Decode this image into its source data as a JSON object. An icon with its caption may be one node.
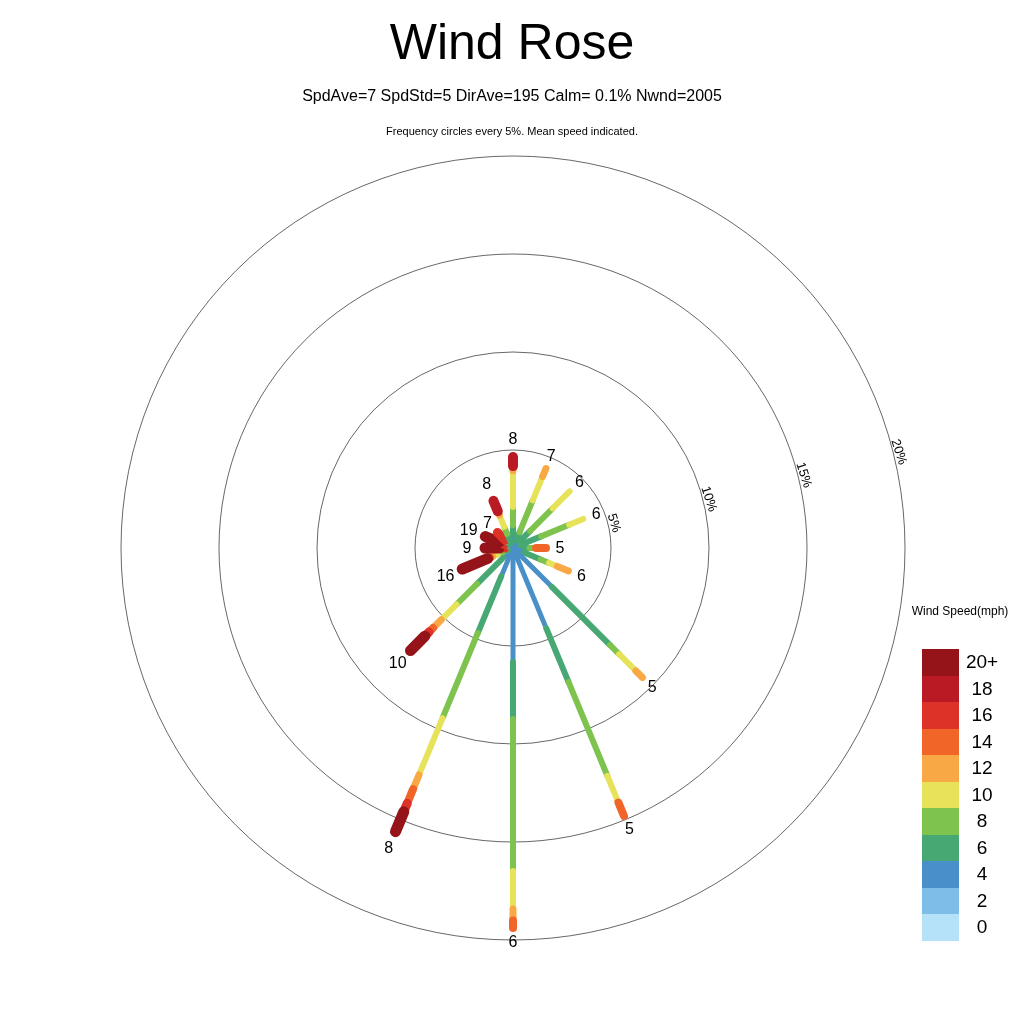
{
  "diagram": {
    "title": "Wind Rose",
    "labels": [
      "SpdAve=7  SpdStd=5  DirAve=195   Calm= 0.1%  Nwnd=2005",
      "Frequency circles every 5%. Mean speed indicated.",
      "5%",
      "10%",
      "15%",
      "20%",
      "8",
      "7",
      "6",
      "6",
      "5",
      "6",
      "5",
      "5",
      "6",
      "8",
      "10",
      "16",
      "9",
      "19",
      "7",
      "8",
      "Wind Speed(mph)"
    ],
    "legend": [
      {
        "text": "20+",
        "color": "#941419"
      },
      {
        "text": "18",
        "color": "#ba1a23"
      },
      {
        "text": "16",
        "color": "#dc3228"
      },
      {
        "text": "14",
        "color": "#f26529"
      },
      {
        "text": "12",
        "color": "#f8a946"
      },
      {
        "text": "10",
        "color": "#e6e35a"
      },
      {
        "text": "8",
        "color": "#7ec34d"
      },
      {
        "text": "6",
        "color": "#48a874"
      },
      {
        "text": "4",
        "color": "#4a90c8"
      },
      {
        "text": "2",
        "color": "#7dbde7"
      },
      {
        "text": "0",
        "color": "#b5e2f8"
      }
    ]
  }
}
